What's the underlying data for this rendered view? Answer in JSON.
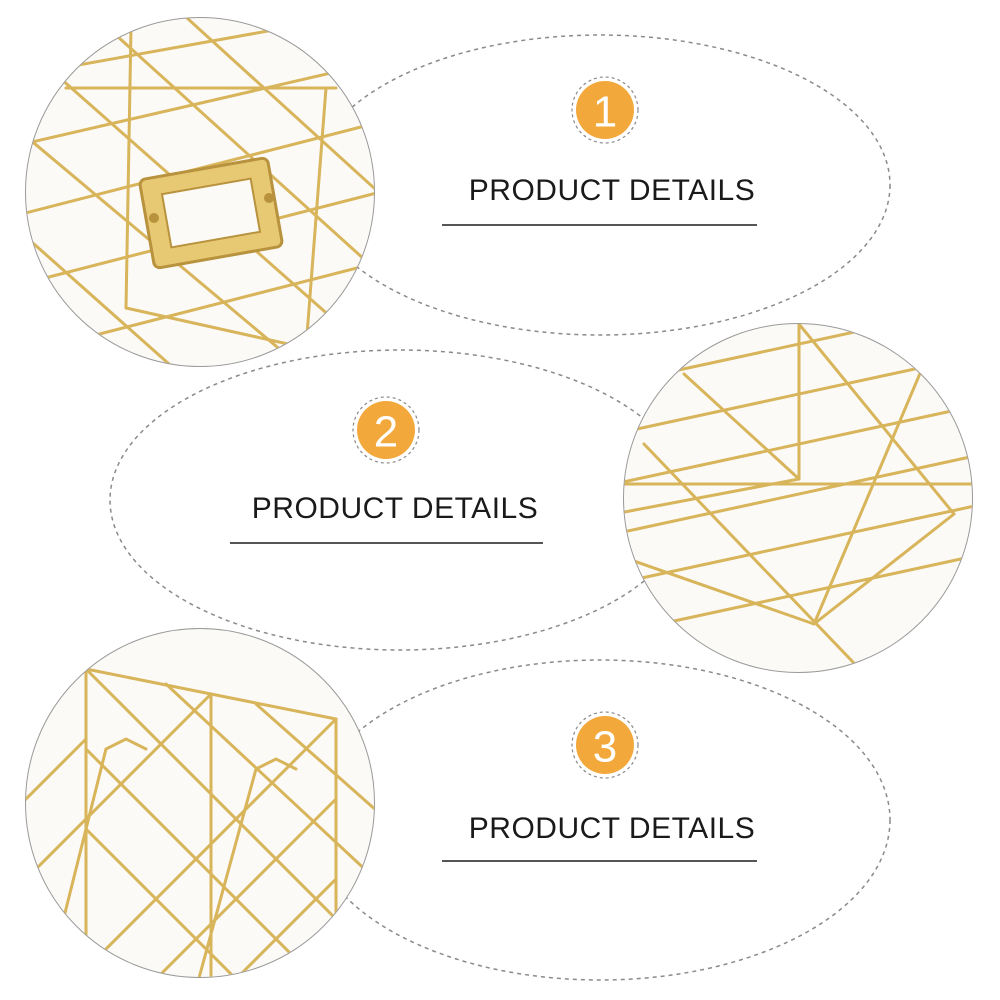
{
  "colors": {
    "accent": "#f3a83c",
    "wire_gold": "#d8b45a",
    "text": "#1a1a1a",
    "dashed_outline": "#8a8a8a"
  },
  "details": [
    {
      "badge": "1",
      "label": "PRODUCT DETAILS"
    },
    {
      "badge": "2",
      "label": "PRODUCT DETAILS"
    },
    {
      "badge": "3",
      "label": "PRODUCT DETAILS"
    }
  ]
}
